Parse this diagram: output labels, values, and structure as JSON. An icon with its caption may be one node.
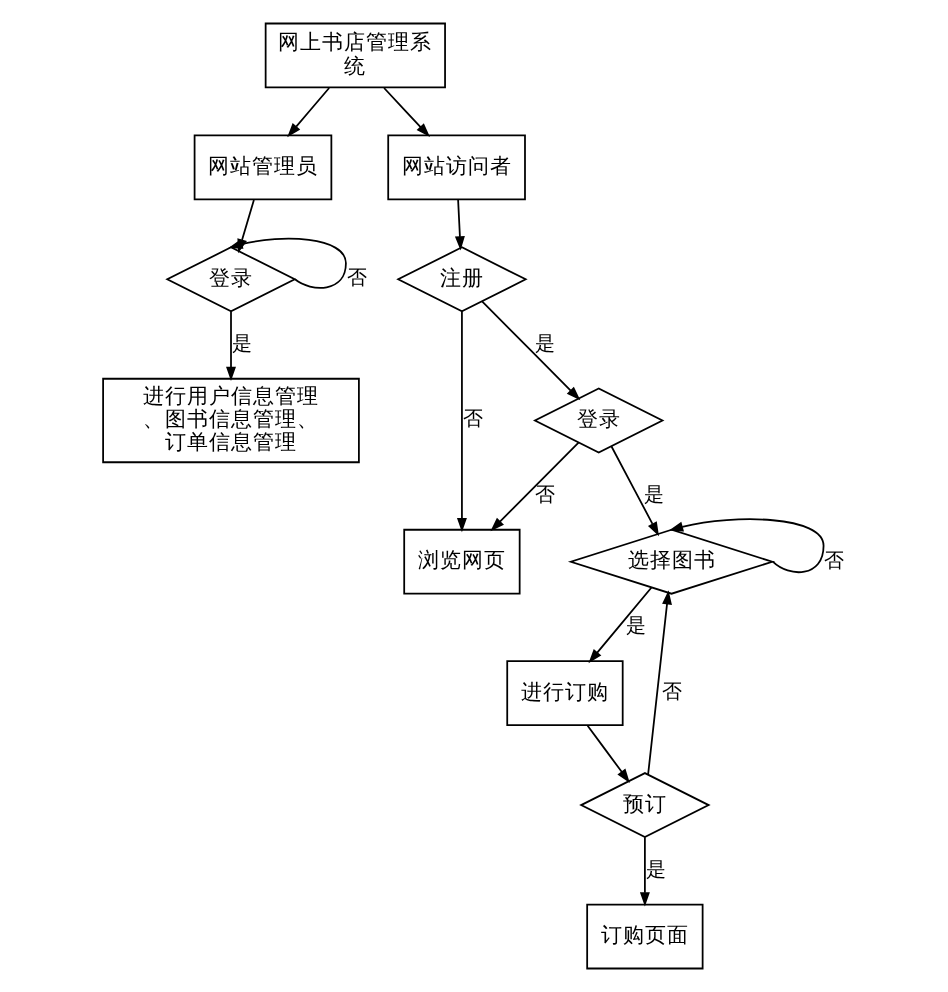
{
  "diagram": {
    "nodes": [
      {
        "text": [
          "网上书店管理系统"
        ]
      },
      {
        "text": [
          "网站管理员"
        ]
      },
      {
        "text": [
          "登录"
        ]
      },
      {
        "text": [
          "进行用户信息管理、图书信息管理、订单信息管理"
        ]
      },
      {
        "text": [
          "网站访问者"
        ]
      },
      {
        "text": [
          "注册"
        ]
      },
      {
        "text": [
          "浏览网页"
        ]
      },
      {
        "text": [
          "登录"
        ]
      },
      {
        "text": [
          "选择图书"
        ]
      },
      {
        "text": [
          "进行订购"
        ]
      },
      {
        "text": [
          "预订"
        ]
      },
      {
        "text": [
          "订购页面"
        ]
      }
    ],
    "edges": [
      {
        "from": 0,
        "to": 1,
        "arrow": "to"
      },
      {
        "from": 0,
        "to": 4,
        "arrow": "to"
      },
      {
        "from": 1,
        "to": 2,
        "arrow": "to"
      },
      {
        "from": 2,
        "to": 2,
        "arrow": "to",
        "label": "否"
      },
      {
        "from": 2,
        "to": 3,
        "arrow": "to",
        "label": "是"
      },
      {
        "from": 4,
        "to": 5,
        "arrow": "to"
      },
      {
        "from": 5,
        "to": 6,
        "arrow": "to",
        "label": "否"
      },
      {
        "from": 5,
        "to": 7,
        "arrow": "to",
        "label": "是"
      },
      {
        "from": 7,
        "to": 6,
        "arrow": "to",
        "label": "否"
      },
      {
        "from": 7,
        "to": 8,
        "arrow": "to",
        "label": "是"
      },
      {
        "from": 8,
        "to": 8,
        "arrow": "to",
        "label": "否"
      },
      {
        "from": 8,
        "to": 9,
        "arrow": "to",
        "label": "是"
      },
      {
        "from": 9,
        "to": 10,
        "arrow": "to"
      },
      {
        "from": 10,
        "to": 8,
        "arrow": "to",
        "label": "否"
      },
      {
        "from": 10,
        "to": 11,
        "arrow": "to",
        "label": "是"
      }
    ]
  }
}
